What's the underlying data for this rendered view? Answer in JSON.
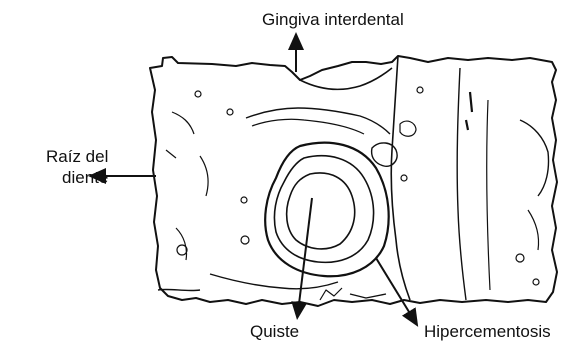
{
  "figure": {
    "labels": {
      "gingiva": "Gingiva interdental",
      "root_line1": "Raíz del",
      "root_line2": "diente",
      "cyst": "Quiste",
      "hypercementosis": "Hipercementosis"
    },
    "colors": {
      "ink": "#111111",
      "background": "#ffffff"
    }
  }
}
